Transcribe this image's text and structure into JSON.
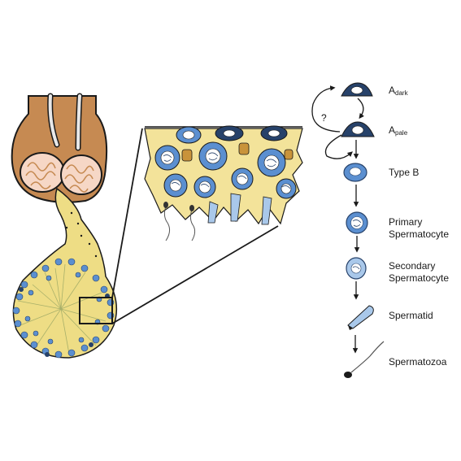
{
  "labels": {
    "a_dark_base": "A",
    "a_dark_sub": "dark",
    "a_pale_base": "A",
    "a_pale_sub": "pale",
    "type_b": "Type B",
    "primary_line1": "Primary",
    "primary_line2": "Spermatocyte",
    "secondary_line1": "Secondary",
    "secondary_line2": "Spermatocyte",
    "spermatid": "Spermatid",
    "spermatozoa": "Spermatozoa",
    "question": "?"
  },
  "colors": {
    "skin": "#c68a52",
    "outline": "#1a1a1a",
    "tubule_yellow": "#f3e39a",
    "duct_yellow": "#eedd85",
    "cell_blue": "#5b8fd0",
    "cell_light_blue": "#a9c8ea",
    "cell_dark": "#27426a",
    "brown_cell": "#c9933a",
    "tubule_pink": "#f6d7c6"
  }
}
